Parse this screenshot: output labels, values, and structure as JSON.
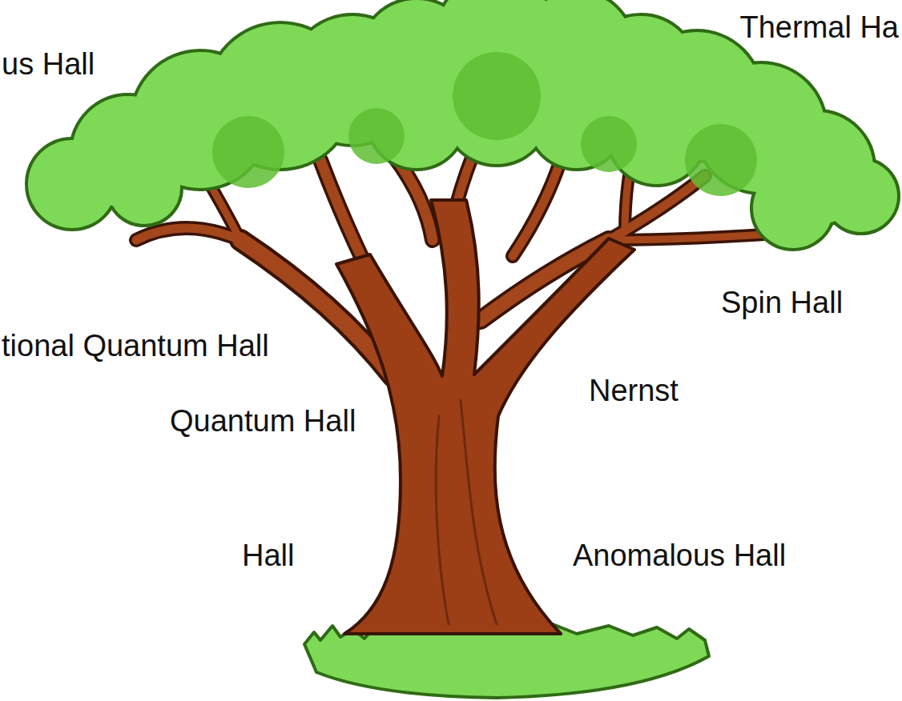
{
  "diagram": {
    "labels": [
      "us Hall",
      "Thermal Ha",
      "Spin Hall",
      "tional Quantum Hall",
      "Nernst",
      "Quantum Hall",
      "Hall",
      "Anomalous Hall"
    ]
  }
}
